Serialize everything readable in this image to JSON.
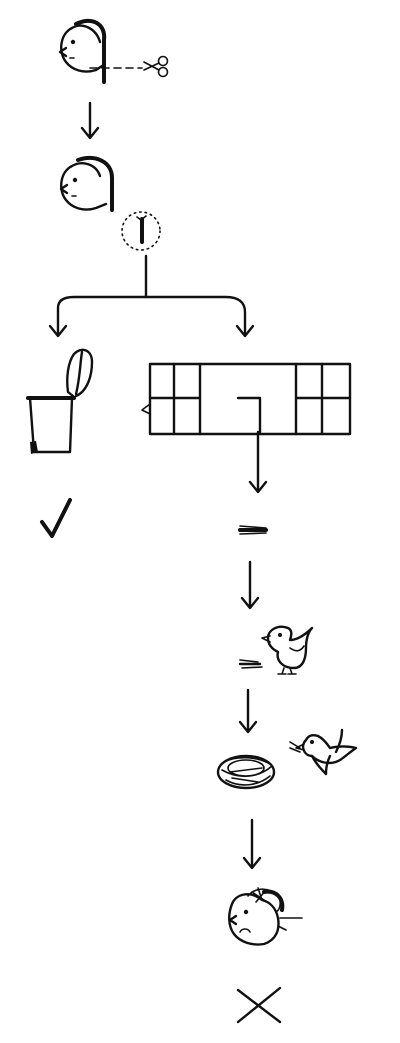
{
  "diagram": {
    "branches": [
      "trash-can",
      "open-window"
    ],
    "results": {
      "trash_outcome": "check-mark",
      "window_outcome": "x-mark"
    },
    "colors": {
      "ink": "#111111",
      "background": "#ffffff"
    }
  }
}
